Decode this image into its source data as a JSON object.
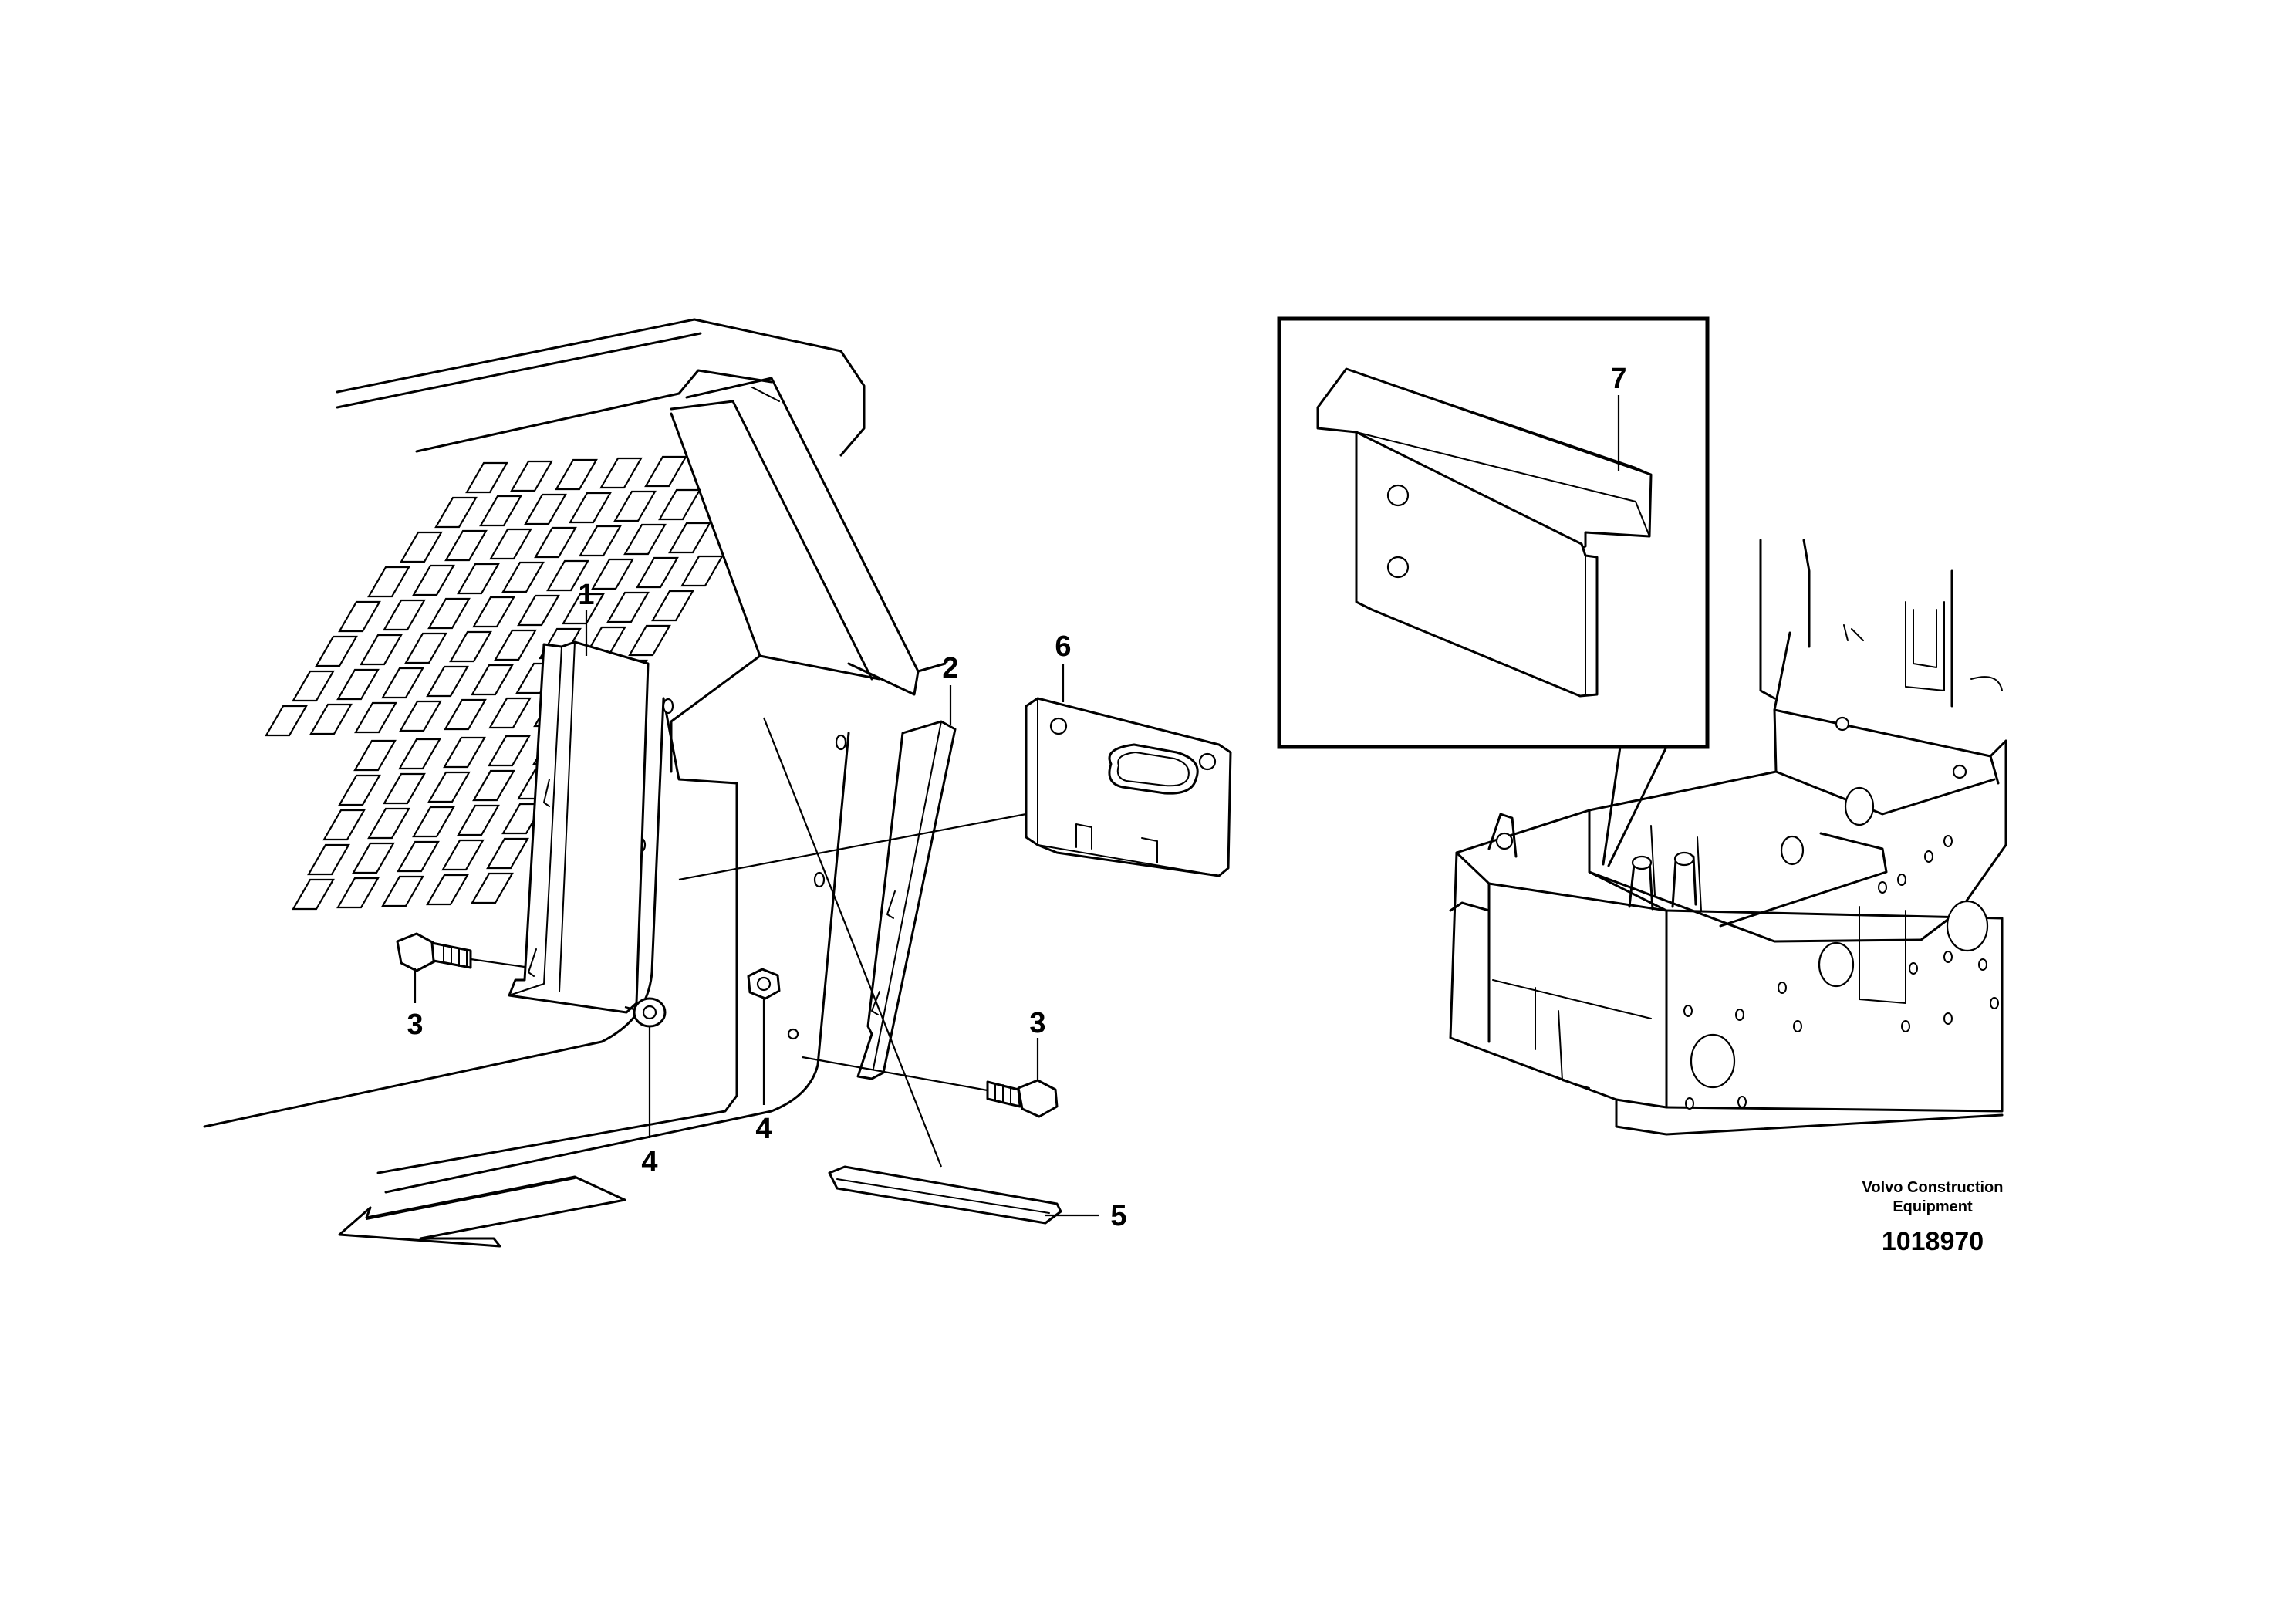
{
  "callouts": {
    "c1": "1",
    "c2": "2",
    "c3a": "3",
    "c3b": "3",
    "c4a": "4",
    "c4b": "4",
    "c5": "5",
    "c6": "6",
    "c7": "7"
  },
  "brand": {
    "line1": "Volvo Construction",
    "line2": "Equipment"
  },
  "doc_number": "1018970"
}
